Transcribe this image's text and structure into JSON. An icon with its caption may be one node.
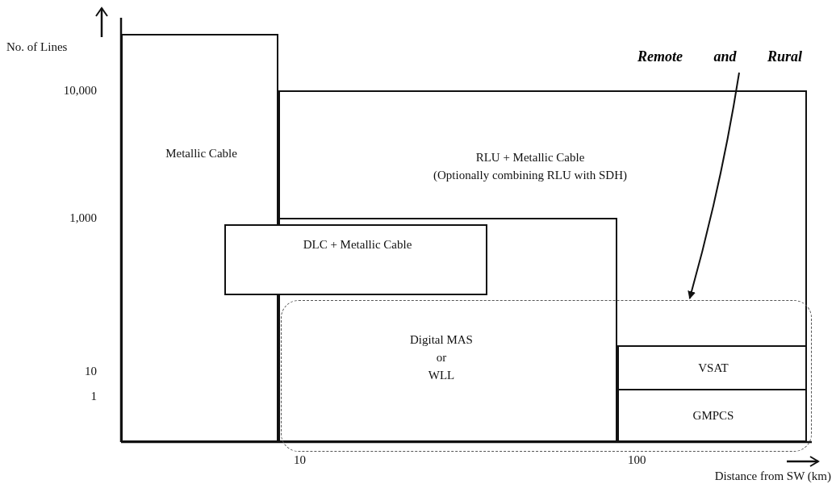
{
  "diagram": {
    "nodes": [
      {
        "text": [
          "Metallic Cable"
        ]
      },
      {
        "text": [
          "RLU + Metallic Cable",
          "(Optionally combining RLU with SDH)"
        ]
      },
      {
        "text": [
          "DLC + Metallic Cable"
        ]
      },
      {
        "text": [
          "Digital MAS",
          "or",
          "WLL"
        ],
        "in": 1
      },
      {
        "text": [
          "VSAT"
        ],
        "in": 6
      },
      {
        "text": [
          "GMPCS"
        ],
        "in": 6
      },
      {
        "text": [],
        "shape": "box"
      },
      {
        "text": [
          "Remote and Rural"
        ]
      }
    ],
    "edges": [
      {
        "from": 7,
        "to": 6,
        "arrow": "to"
      }
    ],
    "labels": [
      "No. of Lines",
      "10,000",
      "1,000",
      "10",
      "1",
      "10",
      "100",
      "Distance from SW (km)"
    ]
  }
}
